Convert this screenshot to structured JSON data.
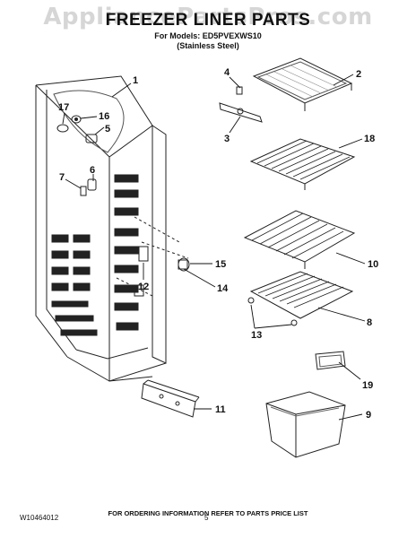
{
  "watermark": "AppliancePartsPros.com",
  "header": {
    "title": "FREEZER LINER PARTS",
    "models_line": "For Models: ED5PVEXWS10",
    "finish_line": "(Stainless Steel)"
  },
  "callouts": {
    "c1": "1",
    "c2": "2",
    "c3": "3",
    "c4": "4",
    "c5": "5",
    "c6": "6",
    "c7": "7",
    "c8": "8",
    "c9": "9",
    "c10": "10",
    "c11": "11",
    "c12": "12",
    "c13": "13",
    "c14": "14",
    "c15": "15",
    "c16": "16",
    "c17": "17",
    "c18": "18",
    "c19": "19"
  },
  "footer": {
    "note": "FOR ORDERING INFORMATION REFER TO PARTS PRICE LIST",
    "doc_number": "W10464012",
    "page_number": "5"
  }
}
